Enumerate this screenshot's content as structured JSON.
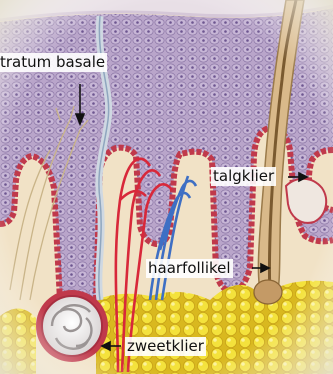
{
  "labels": {
    "stratum_basale": "tratum basale",
    "talgklier": "talgklier",
    "haarfollikel": "haarfollikel",
    "zweetklier": "zweetklier"
  },
  "colors": {
    "epidermis": "#b7a3c8",
    "basal_cells": "#c0394b",
    "dermis": "#f2e3c9",
    "fat": "#f2df35",
    "artery": "#d8283a",
    "vein": "#3e6fc4",
    "hair": "#9a7a4a"
  }
}
